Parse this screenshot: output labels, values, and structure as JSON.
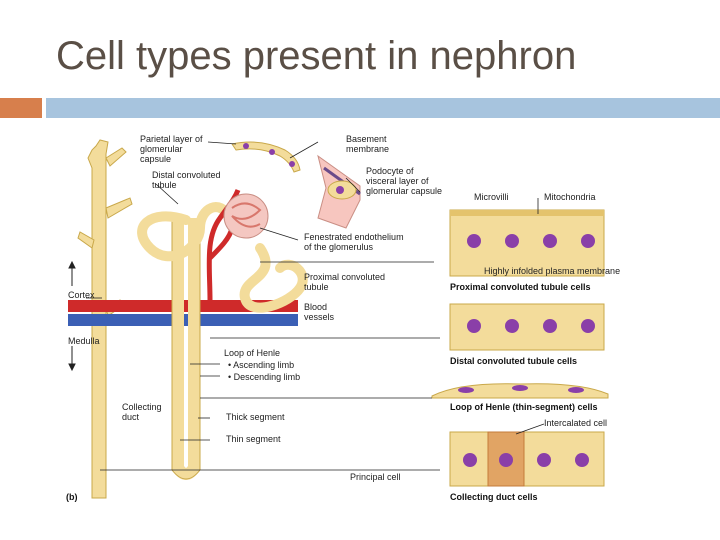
{
  "slide": {
    "title": "Cell types present in nephron"
  },
  "colors": {
    "accent_bar": "#d77f4c",
    "header_bar": "#a7c4de",
    "tubule": "#f3dc9b",
    "artery": "#cf2a2a",
    "vein": "#3b5fb5",
    "nucleus": "#8a3fa8"
  },
  "labels": {
    "parietal": [
      "Parietal layer of",
      "glomerular",
      "capsule"
    ],
    "distal": [
      "Distal convoluted",
      "tubule"
    ],
    "basement": [
      "Basement",
      "membrane"
    ],
    "podocyte": [
      "Podocyte of",
      "visceral layer of",
      "glomerular capsule"
    ],
    "microvilli": "Microvilli",
    "mitochondria": "Mitochondria",
    "fenestrated": [
      "Fenestrated endothelium",
      "of the glomerulus"
    ],
    "infolded": "Highly infolded plasma membrane",
    "cortex": "Cortex",
    "proximal": [
      "Proximal convoluted",
      "tubule"
    ],
    "pct_cells": "Proximal convoluted tubule cells",
    "blood": [
      "Blood",
      "vessels"
    ],
    "medulla": "Medulla",
    "loop": "Loop of Henle",
    "ascending": "• Ascending limb",
    "descending": "• Descending limb",
    "dct_cells": "Distal convoluted tubule cells",
    "collecting": [
      "Collecting",
      "duct"
    ],
    "thick": "Thick segment",
    "loh_cells": "Loop of Henle (thin-segment) cells",
    "intercalated": "Intercalated cell",
    "thin": "Thin segment",
    "principal": "Principal cell",
    "cd_cells": "Collecting duct cells",
    "panel": "(b)"
  }
}
